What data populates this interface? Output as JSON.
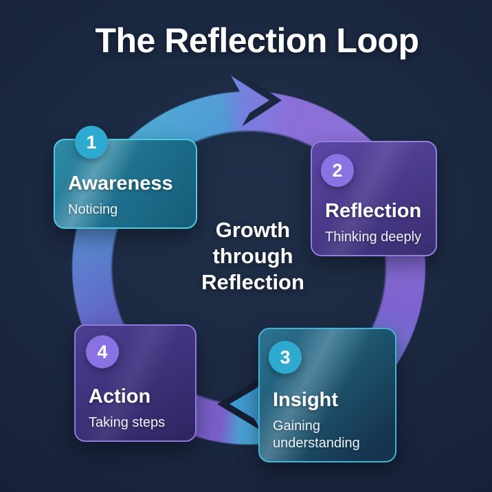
{
  "title": "The Reflection Loop",
  "center_caption": {
    "lines": [
      "Growth",
      "through",
      "Reflection"
    ]
  },
  "cards": [
    {
      "number": "1",
      "title": "Awareness",
      "subtitle": "Noticing",
      "theme": "teal"
    },
    {
      "number": "2",
      "title": "Reflection",
      "subtitle": "Thinking deeply",
      "theme": "purple"
    },
    {
      "number": "3",
      "title": "Insight",
      "subtitle": "Gaining understanding",
      "theme": "teal"
    },
    {
      "number": "4",
      "title": "Action",
      "subtitle": "Taking steps",
      "theme": "purple"
    }
  ],
  "icons": {
    "arrowhead_top": "clockwise-arrowhead-right",
    "arrowhead_bottom": "clockwise-arrowhead-left"
  },
  "palette": {
    "background": "#16233a",
    "accent_teal": "#2ea9cf",
    "accent_purple": "#8a72e3",
    "ring_blue": "#5570c8",
    "ring_purple": "#8a6fd8",
    "card_teal_border": "#4ecbe0",
    "card_purple_border": "#9080dd",
    "text": "#ffffff"
  }
}
